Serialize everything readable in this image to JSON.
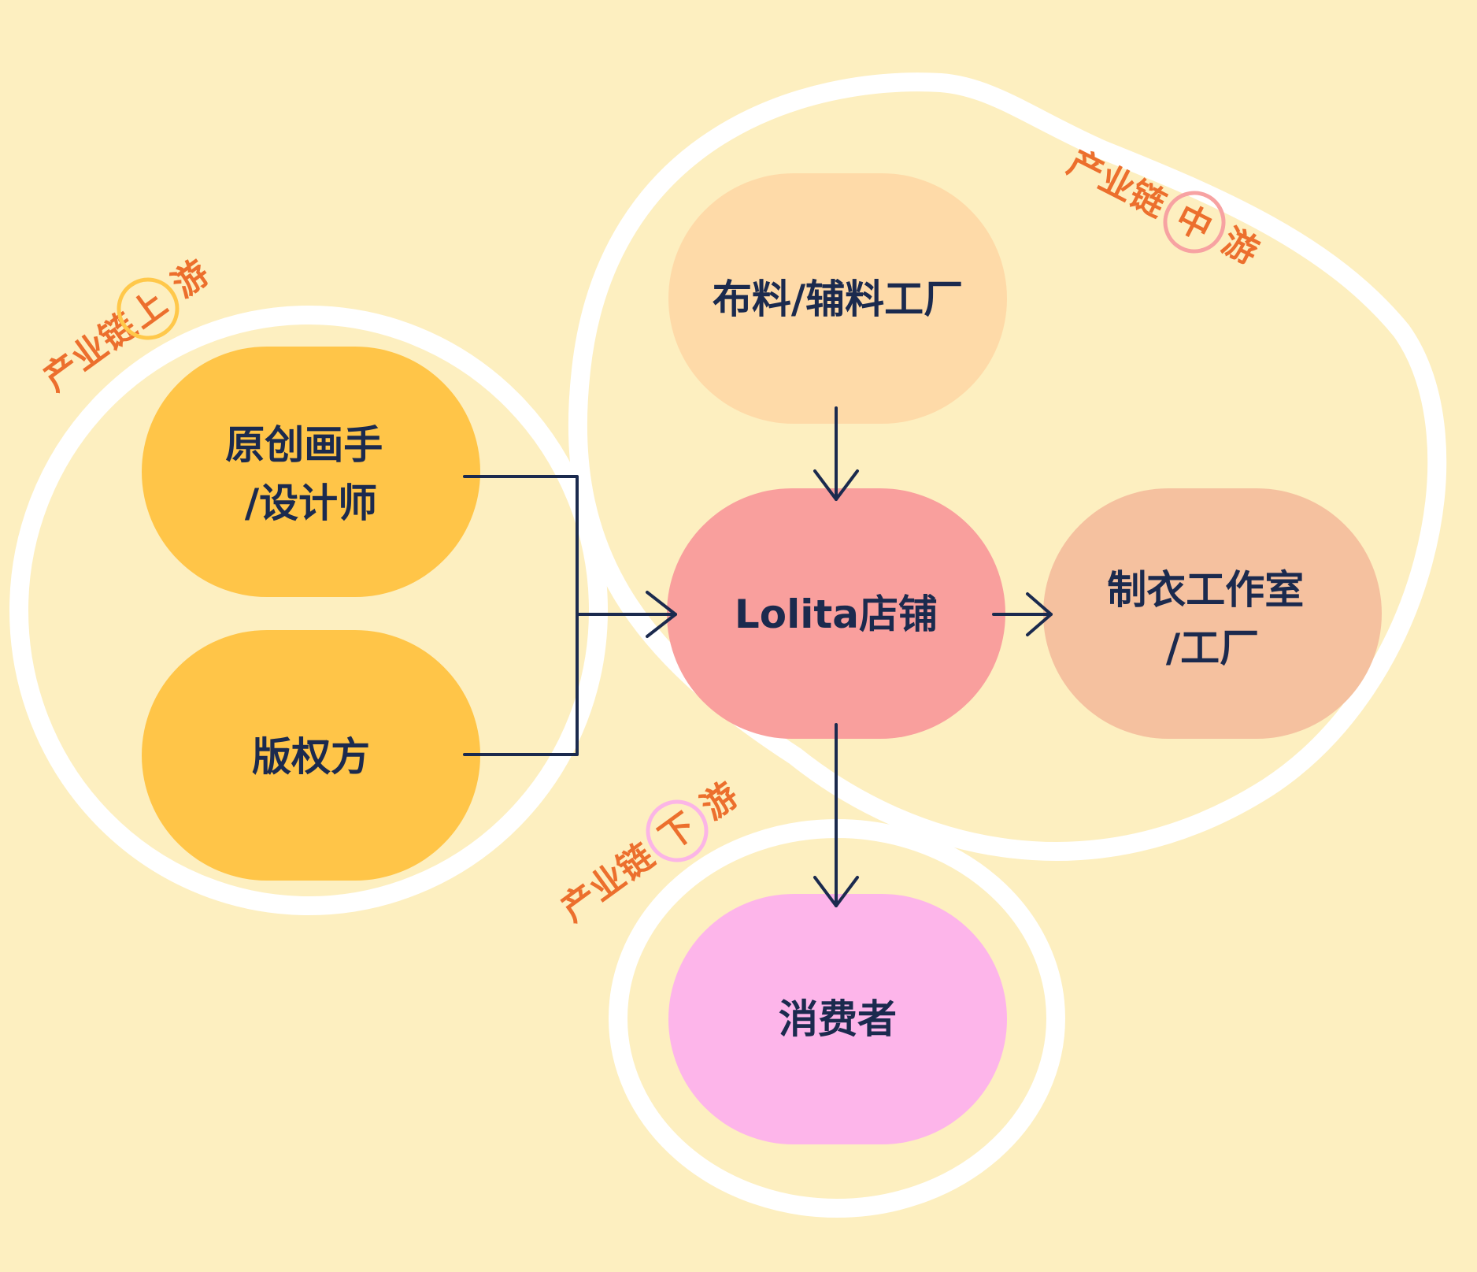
{
  "zones": {
    "upstream": {
      "prefix": "产业链",
      "mark": "上",
      "suffix": "游",
      "mark_ring": "#ffc84a"
    },
    "midstream": {
      "prefix": "产业链",
      "mark": "中",
      "suffix": "游",
      "mark_ring": "#f7a2a2"
    },
    "downstream": {
      "prefix": "产业链",
      "mark": "下",
      "suffix": "游",
      "mark_ring": "#fbb5e6"
    }
  },
  "nodes": {
    "original_artist": {
      "lines": [
        "原创画手",
        "/设计师"
      ],
      "color": "#ffc548"
    },
    "copyright_owner": {
      "lines": [
        "版权方"
      ],
      "color": "#ffc548"
    },
    "fabric_factory": {
      "lines": [
        "布料/辅料工厂"
      ],
      "color": "#fedaa8"
    },
    "lolita_store": {
      "lines": [
        "Lolita店铺"
      ],
      "color": "#f99f9d"
    },
    "garment_studio": {
      "lines": [
        "制衣工作室",
        "/工厂"
      ],
      "color": "#f5c19f"
    },
    "consumer": {
      "lines": [
        "消费者"
      ],
      "color": "#fdb5ea"
    }
  },
  "colors": {
    "background": "#fdefc0",
    "ring": "#ffffff",
    "arrow": "#1b2a4e",
    "label": "#ec6f2d"
  }
}
